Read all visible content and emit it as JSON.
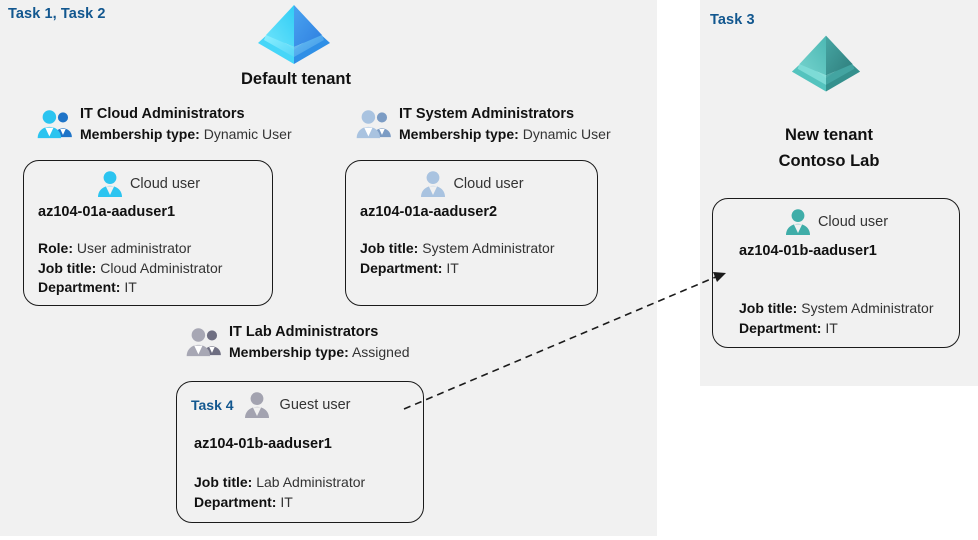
{
  "panels": {
    "left": {
      "task_label": "Task 1, Task 2"
    },
    "right": {
      "task_label": "Task 3"
    }
  },
  "tenants": [
    {
      "name": "default",
      "title": "Default tenant",
      "icon": "azure-ad-tenant-icon",
      "color": "#3fc6f5"
    },
    {
      "name": "new",
      "title_line1": "New  tenant",
      "title_line2": "Contoso Lab",
      "icon": "azure-ad-tenant-icon",
      "color": "#46b3ad"
    }
  ],
  "groups": [
    {
      "id": "it-cloud-administrators",
      "name": "IT Cloud Administrators",
      "meta_label": "Membership type:",
      "meta_value": "Dynamic User",
      "icon": "group-users-icon"
    },
    {
      "id": "it-system-administrators",
      "name": "IT System Administrators",
      "meta_label": "Membership type:",
      "meta_value": "Dynamic User",
      "icon": "group-users-icon"
    },
    {
      "id": "it-lab-administrators",
      "name": "IT Lab Administrators",
      "meta_label": "Membership type:",
      "meta_value": "Assigned",
      "icon": "group-users-icon"
    }
  ],
  "cards": [
    {
      "id": "az104-01a-aaduser1",
      "kind": "Cloud user",
      "icon": "cloud-user-icon",
      "upn": "az104-01a-aaduser1",
      "attrs": [
        {
          "label": "Role:",
          "value": "User administrator"
        },
        {
          "label": "Job title:",
          "value": "Cloud Administrator"
        },
        {
          "label": "Department:",
          "value": "IT"
        }
      ]
    },
    {
      "id": "az104-01a-aaduser2",
      "kind": "Cloud user",
      "icon": "cloud-user-icon",
      "upn": "az104-01a-aaduser2",
      "attrs": [
        {
          "label": "Job title:",
          "value": "System Administrator"
        },
        {
          "label": "Department:",
          "value": "IT"
        }
      ]
    },
    {
      "id": "az104-01b-aaduser1-guest",
      "task": "Task 4",
      "kind": "Guest user",
      "icon": "guest-user-icon",
      "upn": "az104-01b-aaduser1",
      "attrs": [
        {
          "label": "Job title:",
          "value": "Lab Administrator"
        },
        {
          "label": "Department:",
          "value": "IT"
        }
      ]
    },
    {
      "id": "az104-01b-aaduser1-cloud",
      "kind": "Cloud user",
      "icon": "cloud-user-icon",
      "upn": "az104-01b-aaduser1",
      "attrs": [
        {
          "label": "Job title:",
          "value": "System Administrator"
        },
        {
          "label": "Department:",
          "value": "IT"
        }
      ]
    }
  ],
  "connector": {
    "name": "guest-to-cloud-user-arrow",
    "style": "dashed-arrow"
  },
  "colors": {
    "panel_background": "#f1f1f1",
    "page_background": "#ffffff",
    "task_label": "#12578f",
    "card_border": "#1b1b1b",
    "tenant_default": "#3fc6f5",
    "tenant_new": "#46b3ad",
    "icon_blue": "#1fb6ef",
    "icon_muted": "#9db7d4",
    "icon_gray": "#9a9aa6"
  }
}
